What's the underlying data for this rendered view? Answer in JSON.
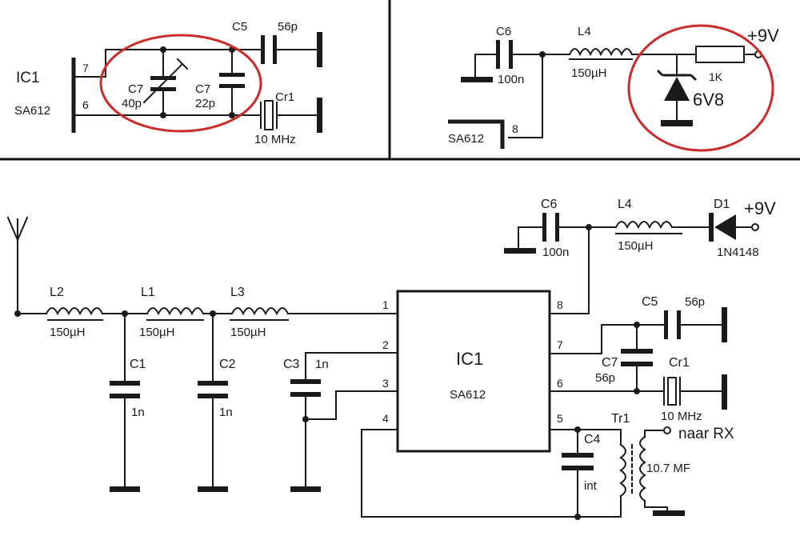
{
  "top_left": {
    "ic_ref": "IC1",
    "ic_type": "SA612",
    "pin_7": "7",
    "pin_6": "6",
    "c5_ref": "C5",
    "c5_val": "56p",
    "c7_var_ref": "C7",
    "c7_var_val": "40p",
    "c7_fixed_ref": "C7",
    "c7_fixed_val": "22p",
    "cr1_ref": "Cr1",
    "cr1_val": "10 MHz"
  },
  "top_right": {
    "c6_ref": "C6",
    "c6_val": "100n",
    "l4_ref": "L4",
    "l4_val": "150µH",
    "supply": "+9V",
    "r_val": "1K",
    "zener_val": "6V8",
    "ic_type": "SA612",
    "pin_8": "8"
  },
  "main": {
    "l2_ref": "L2",
    "l2_val": "150µH",
    "l1_ref": "L1",
    "l1_val": "150µH",
    "l3_ref": "L3",
    "l3_val": "150µH",
    "c1_ref": "C1",
    "c1_val": "1n",
    "c2_ref": "C2",
    "c2_val": "1n",
    "c3_ref": "C3",
    "c3_val": "1n",
    "ic_ref": "IC1",
    "ic_type": "SA612",
    "pins": [
      "1",
      "2",
      "3",
      "4",
      "5",
      "6",
      "7",
      "8"
    ],
    "c6_ref": "C6",
    "c6_val": "100n",
    "l4_ref": "L4",
    "l4_val": "150µH",
    "d1_ref": "D1",
    "d1_val": "1N4148",
    "supply": "+9V",
    "c5_ref": "C5",
    "c5_val": "56p",
    "c7_ref": "C7",
    "c7_val": "56p",
    "cr1_ref": "Cr1",
    "cr1_val": "10 MHz",
    "c4_ref": "C4",
    "c4_val": "int",
    "tr1_ref": "Tr1",
    "tr1_val": "10.7 MF",
    "output": "naar RX"
  },
  "colors": {
    "ink": "#1a1a1a",
    "highlight": "#cc2b2b",
    "background": "#ffffff"
  }
}
